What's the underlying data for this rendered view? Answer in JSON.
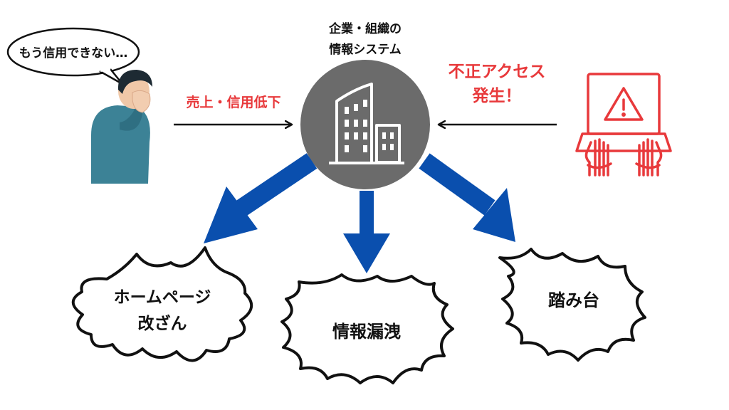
{
  "speech_bubble": {
    "text": "もう信用できない…"
  },
  "center_node": {
    "line1": "企業・組織の",
    "line2": "情報システム"
  },
  "left_arrow_label": "売上・信用低下",
  "right_arrow_label": {
    "line1": "不正アクセス",
    "line2": "発生！"
  },
  "outcomes": [
    {
      "line1": "ホームページ",
      "line2": "改ざん"
    },
    {
      "line1": "情報漏洩"
    },
    {
      "line1": "踏み台"
    }
  ],
  "colors": {
    "red": "#e8393b",
    "blue": "#0a4fae",
    "gray_circle": "#6b6b6b",
    "black": "#111111"
  },
  "icons": {
    "person": "distressed-person-icon",
    "building": "office-building-icon",
    "laptop": "warning-laptop-icon"
  }
}
